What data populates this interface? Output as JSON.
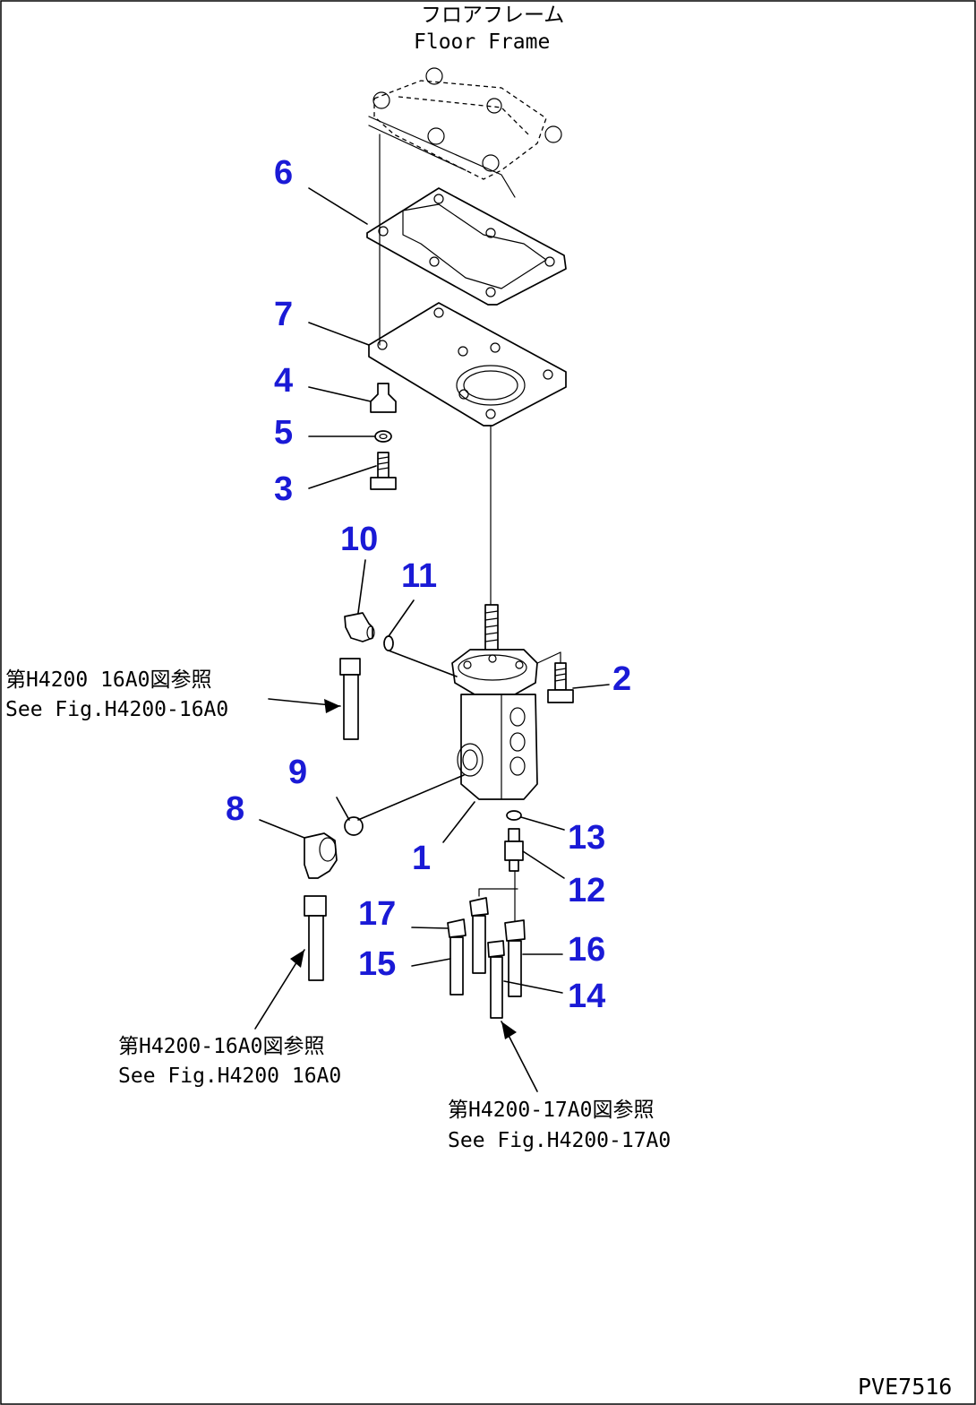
{
  "header": {
    "title_jp": "フロアフレーム",
    "title_en": "Floor Frame"
  },
  "callouts": [
    {
      "id": "1",
      "label": "1"
    },
    {
      "id": "2",
      "label": "2"
    },
    {
      "id": "3",
      "label": "3"
    },
    {
      "id": "4",
      "label": "4"
    },
    {
      "id": "5",
      "label": "5"
    },
    {
      "id": "6",
      "label": "6"
    },
    {
      "id": "7",
      "label": "7"
    },
    {
      "id": "8",
      "label": "8"
    },
    {
      "id": "9",
      "label": "9"
    },
    {
      "id": "10",
      "label": "10"
    },
    {
      "id": "11",
      "label": "11"
    },
    {
      "id": "12",
      "label": "12"
    },
    {
      "id": "13",
      "label": "13"
    },
    {
      "id": "14",
      "label": "14"
    },
    {
      "id": "15",
      "label": "15"
    },
    {
      "id": "16",
      "label": "16"
    },
    {
      "id": "17",
      "label": "17"
    }
  ],
  "references": {
    "left_upper": {
      "jp": "第H4200 16A0図参照",
      "en": "See Fig.H4200-16A0"
    },
    "left_lower": {
      "jp": "第H4200-16A0図参照",
      "en": "See Fig.H4200 16A0"
    },
    "right_lower": {
      "jp": "第H4200-17A0図参照",
      "en": "See Fig.H4200-17A0"
    }
  },
  "drawing_number": "PVE7516",
  "colors": {
    "callout": "#1a1ad6",
    "line": "#000000",
    "background": "#ffffff"
  }
}
